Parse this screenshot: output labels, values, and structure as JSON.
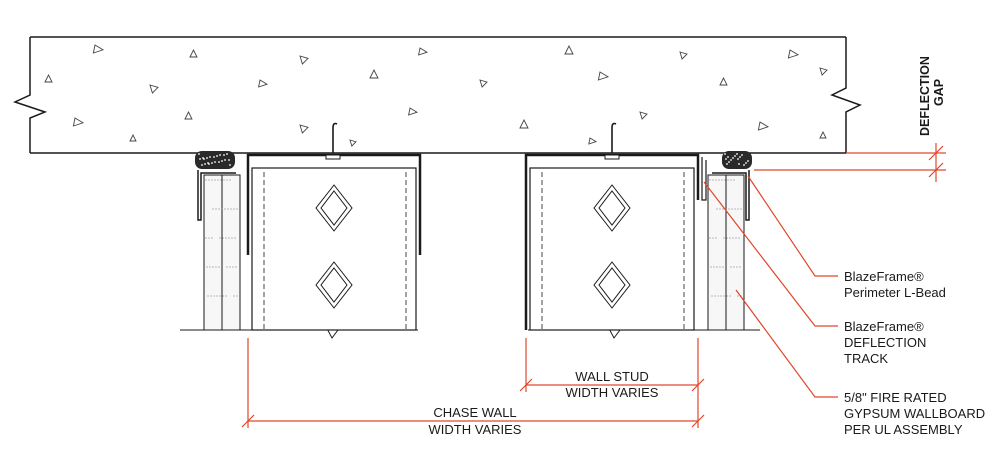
{
  "colors": {
    "line": "#1a1a1a",
    "leader": "#e0472b",
    "concrete": "#ffffff",
    "insulation": "#2a2a2a"
  },
  "annotations": {
    "deflection_gap": [
      "DEFLECTION",
      "GAP"
    ],
    "l_bead": [
      "BlazeFrame®",
      "Perimeter L-Bead"
    ],
    "deflection_track": [
      "BlazeFrame®",
      "DEFLECTION",
      "TRACK"
    ],
    "gypsum": [
      "5/8\" FIRE RATED",
      "GYPSUM WALLBOARD",
      "PER UL ASSEMBLY"
    ],
    "stud_width": [
      "WALL STUD",
      "WIDTH VARIES"
    ],
    "chase_width": [
      "CHASE WALL",
      "WIDTH VARIES"
    ]
  }
}
